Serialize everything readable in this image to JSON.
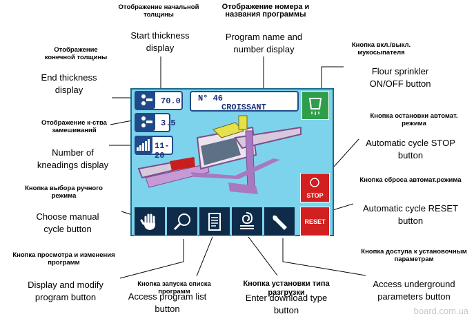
{
  "labels": {
    "start_thickness_ru": "Отображение начальной толщины",
    "start_thickness_en": "Start thickness display",
    "program_name_ru": "Отображение номера и названия программы",
    "program_name_en": "Program name and number display",
    "flour_ru": "Кнопка вкл./выкл. мукосыпателя",
    "flour_en": "Flour sprinkler ON/OFF button",
    "end_thickness_ru": "Отображение конечной толщины",
    "end_thickness_en": "End thickness display",
    "stop_ru": "Кнопка остановки автомат. режима",
    "stop_en": "Automatic cycle STOP button",
    "kneadings_ru": "Отображение к-ства замешиваний",
    "kneadings_en": "Number of kneadings display",
    "reset_ru": "Кнопка сброса автомат.режима",
    "reset_en": "Automatic cycle RESET button",
    "manual_ru": "Кнопка выбора ручного режима",
    "manual_en": "Choose manual cycle button",
    "modify_ru": "Кнопка просмотра и изменения программ",
    "modify_en": "Display and modify program button",
    "list_ru": "Кнопка запуска списка программ",
    "list_en": "Access program list button",
    "download_ru": "Кнопка установки типа разгрузки",
    "download_en": "Enter download type button",
    "params_ru": "Кнопка доступа к установочным параметрам",
    "params_en": "Access underground parameters button"
  },
  "screen": {
    "start_thickness": "70.0",
    "end_thickness": "3.5",
    "kneadings": "11-20",
    "program_number": "N° 46",
    "program_name": "CROISSANT",
    "stop_label": "STOP",
    "reset_label": "RESET",
    "colors": {
      "background": "#7dd3ec",
      "panel": "#1f4a8a",
      "stop": "#d21f1f",
      "flour": "#2f9e4a",
      "nav": "#0e2b4a"
    }
  },
  "watermark": "board.com.ua"
}
